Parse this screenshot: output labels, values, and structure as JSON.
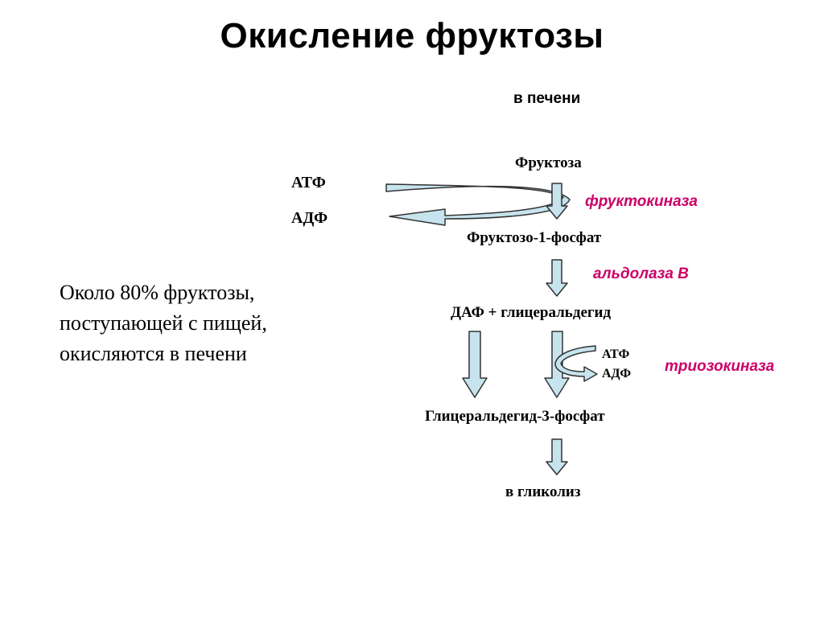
{
  "title": "Окисление фруктозы",
  "location": "в печени",
  "pathway": {
    "fructose": "Фруктоза",
    "atp_1": "АТФ",
    "adp_1": "АДФ",
    "enzyme_1": "фруктокиназа",
    "fructose_1_phosphate": "Фруктозо-1-фосфат",
    "enzyme_2": "альдолаза В",
    "daf_glyceraldehyde": "ДАФ + глицеральдегид",
    "atp_2": "АТФ",
    "adp_2": "АДФ",
    "enzyme_3": "триозокиназа",
    "glyceraldehyde_3_phosphate": "Глицеральдегид-3-фосфат",
    "to_glycolysis": "в гликолиз"
  },
  "note": {
    "line1": "Около  80% фруктозы,",
    "line2": "поступающей с пищей,",
    "line3": "окисляются в печени"
  },
  "colors": {
    "arrow_fill": "#c7e4ee",
    "arrow_stroke": "#333333",
    "enzyme_text": "#cc0066"
  }
}
